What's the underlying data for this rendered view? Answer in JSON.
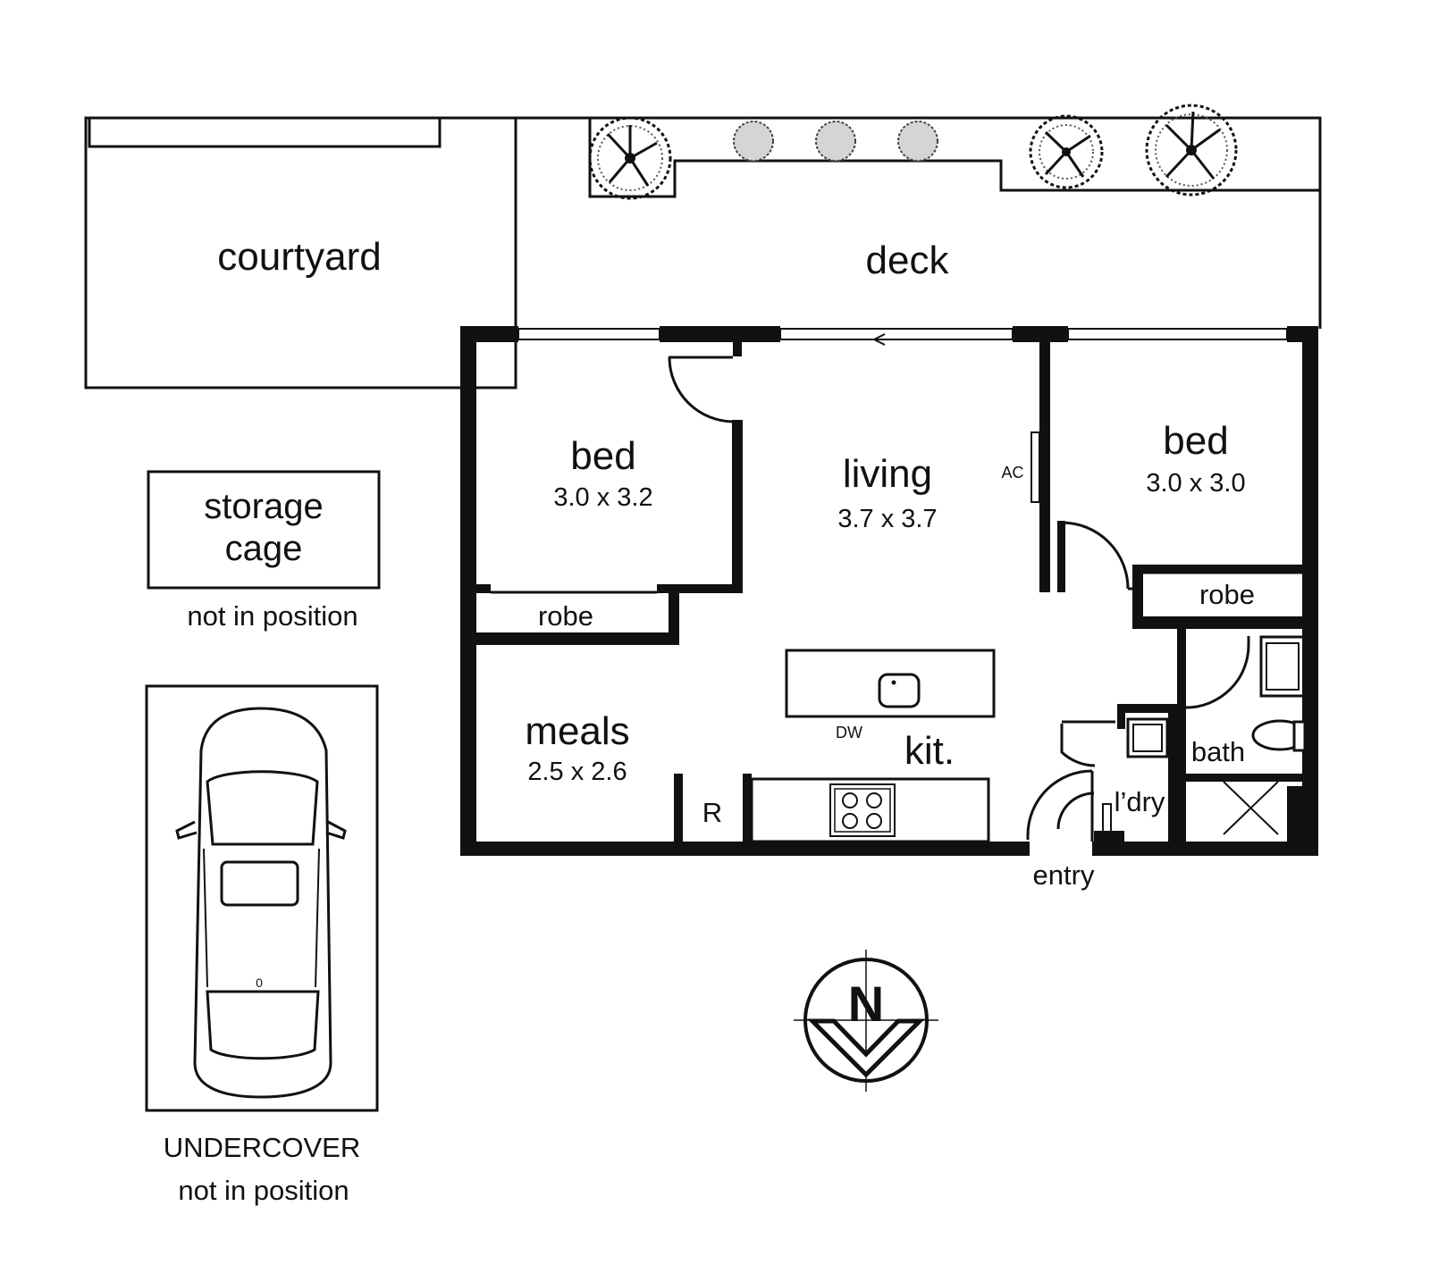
{
  "rooms": {
    "courtyard": {
      "name": "courtyard"
    },
    "deck": {
      "name": "deck"
    },
    "bed1": {
      "name": "bed",
      "size": "3.0 x 3.2"
    },
    "living": {
      "name": "living",
      "size": "3.7 x 3.7"
    },
    "bed2": {
      "name": "bed",
      "size": "3.0 x 3.0"
    },
    "robe1": {
      "name": "robe"
    },
    "robe2": {
      "name": "robe"
    },
    "meals": {
      "name": "meals",
      "size": "2.5 x 2.6"
    },
    "kitchen": {
      "name": "kit."
    },
    "bath": {
      "name": "bath"
    },
    "laundry": {
      "name": "l’dry"
    },
    "entry": {
      "name": "entry"
    }
  },
  "fixtures": {
    "ac": "AC",
    "dw": "DW",
    "fridge": "R"
  },
  "storage": {
    "line1": "storage",
    "line2": "cage",
    "note": "not in position"
  },
  "parking": {
    "title": "UNDERCOVER",
    "note": "not in position",
    "car_mark": "0"
  },
  "compass": {
    "letter": "N"
  }
}
